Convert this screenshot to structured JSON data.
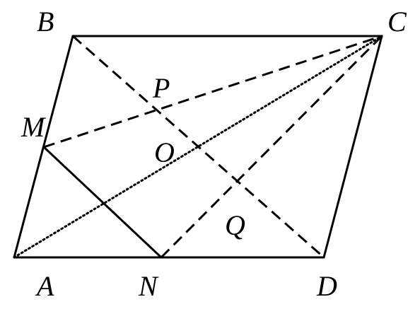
{
  "points": {
    "A": "A",
    "B": "B",
    "C": "C",
    "D": "D",
    "M": "M",
    "N": "N",
    "O": "O",
    "P": "P",
    "Q": "Q"
  }
}
